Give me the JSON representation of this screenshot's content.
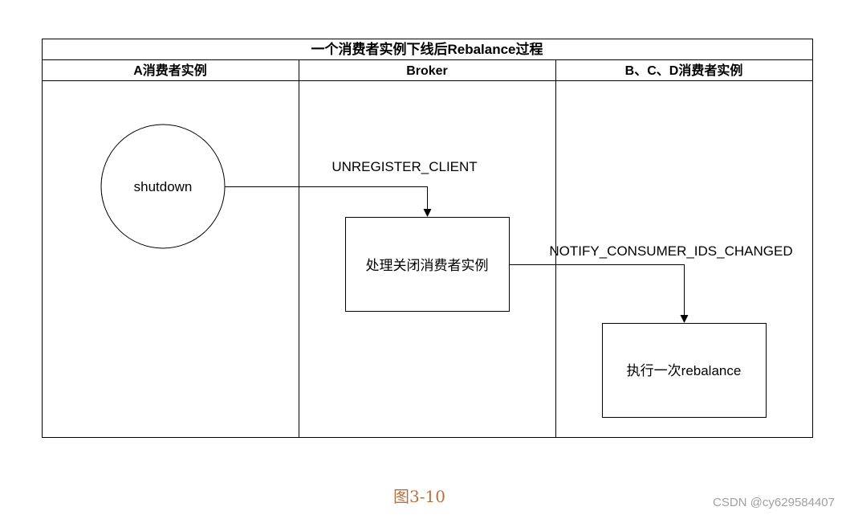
{
  "diagram": {
    "title": "一个消费者实例下线后Rebalance过程",
    "lanes": [
      {
        "label": "A消费者实例"
      },
      {
        "label": "Broker"
      },
      {
        "label": "B、C、D消费者实例"
      }
    ],
    "nodes": {
      "shutdown": "shutdown",
      "handle": "处理关闭消费者实例",
      "rebalance": "执行一次rebalance"
    },
    "edges": {
      "unregister": "UNREGISTER_CLIENT",
      "notify": "NOTIFY_CONSUMER_IDS_CHANGED"
    }
  },
  "caption": "图3-10",
  "watermark": "CSDN @cy629584407",
  "colors": {
    "caption": "#b9703f",
    "watermark": "#a0a0a0",
    "line": "#000000"
  }
}
